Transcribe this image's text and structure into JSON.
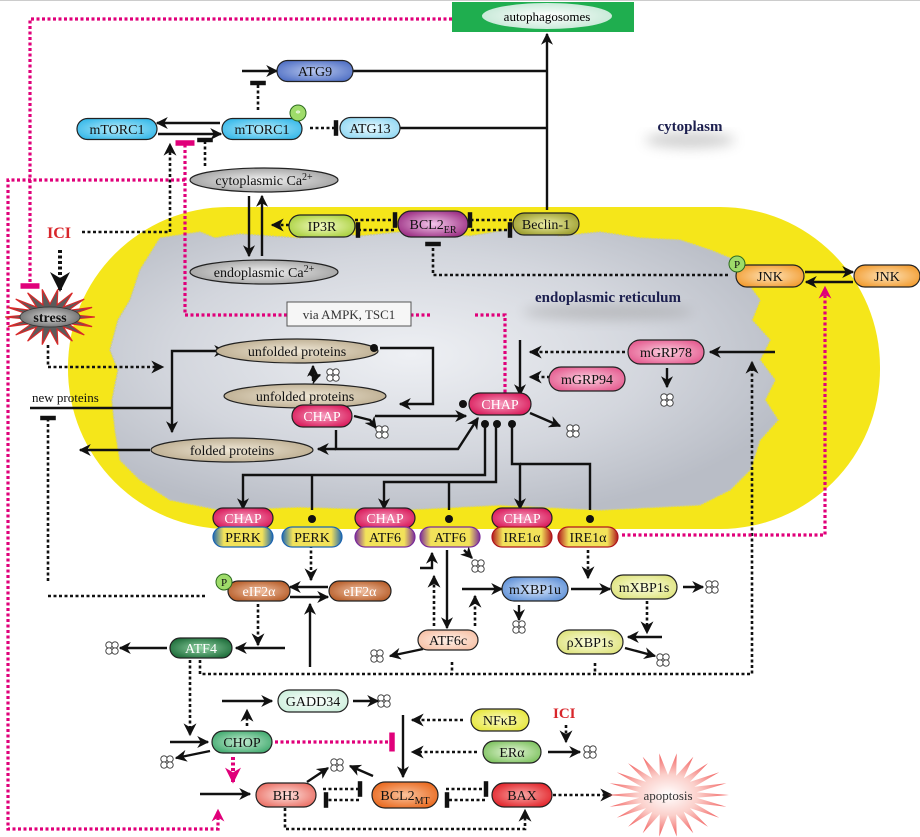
{
  "compartments": {
    "cytoplasm": "cytoplasm",
    "er": "endoplasmic reticulum"
  },
  "outputs": {
    "autophagosomes": "autophagosomes",
    "apoptosis": "apoptosis",
    "stress": "stress"
  },
  "inputs": {
    "ici_top": "ICI",
    "ici_bottom": "ICI",
    "new_proteins": "new proteins"
  },
  "annotations": {
    "via": "via AMPK, TSC1"
  },
  "nodes": {
    "atg9": "ATG9",
    "mtorc1_a": "mTORC1",
    "mtorc1_b": "mTORC1",
    "atg13": "ATG13",
    "cyto_ca": "cytoplasmic Ca",
    "er_ca": "endoplasmic Ca",
    "ca_sup": "2+",
    "ip3r": "IP3R",
    "bcl2er": "BCL2",
    "bcl2er_sub": "ER",
    "beclin": "Beclin-1",
    "jnk_p": "JNK",
    "jnk": "JNK",
    "unf1": "unfolded proteins",
    "unf2": "unfolded proteins",
    "chap_small": "CHAP",
    "folded": "folded proteins",
    "chap_main": "CHAP",
    "mgrp78": "mGRP78",
    "mgrp94": "mGRP94",
    "chap_perk": "CHAP",
    "perk_a": "PERK",
    "perk_b": "PERK",
    "chap_atf6": "CHAP",
    "atf6_a": "ATF6",
    "atf6_b": "ATF6",
    "chap_ire": "CHAP",
    "ire_a": "IRE1α",
    "ire_b": "IRE1α",
    "eif2a_p": "eIF2α",
    "eif2a": "eIF2α",
    "atf4": "ATF4",
    "atf6c": "ATF6c",
    "mxbp1u": "mXBP1u",
    "mxbp1s": "mXBP1s",
    "pxbp1s": "ρXBP1s",
    "gadd34": "GADD34",
    "chop": "CHOP",
    "nfkb": "NFκB",
    "era": "ERα",
    "bh3": "BH3",
    "bcl2mt": "BCL2",
    "bcl2mt_sub": "MT",
    "bax": "BAX",
    "phospho": "P",
    "star": "*"
  },
  "colors": {
    "er_membrane": "#f5e61a",
    "er_lumen": "#d4d7de",
    "autophagosome_bar": "#1fae4f",
    "inhibition_magenta": "#e0007a",
    "ici_red": "#d8262b",
    "mtorc1": "#4cc3ee",
    "chap": "#e0185a",
    "jnk": "#f5a436",
    "perk_band": "#1e66b0",
    "atf6_band": "#7a2c9a",
    "ire_band": "#b0171d",
    "eif2a": "#c0622a",
    "atf4": "#1e6b3a",
    "chop": "#4bb37a",
    "bcl2mt": "#ec6c1e",
    "bax": "#e52528",
    "bh3": "#ee6f65"
  }
}
